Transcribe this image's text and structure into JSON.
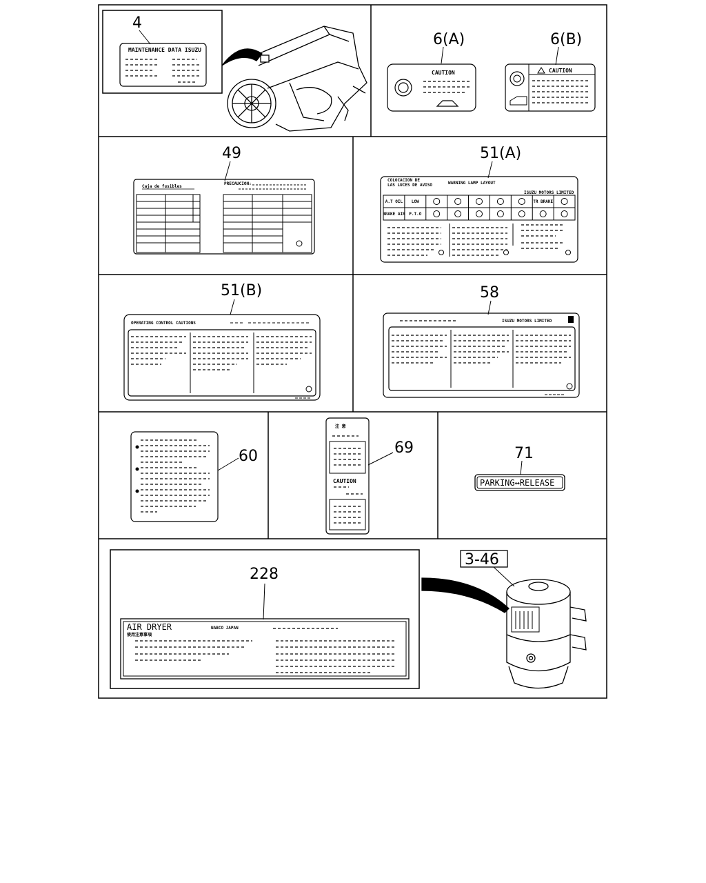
{
  "callouts": {
    "c4": "4",
    "c6a": "6(A)",
    "c6b": "6(B)",
    "c49": "49",
    "c51a": "51(A)",
    "c51b": "51(B)",
    "c58": "58",
    "c60": "60",
    "c69": "69",
    "c71": "71",
    "c228": "228",
    "c346": "3-46"
  },
  "labels": {
    "maintenance": "MAINTENANCE DATA ISUZU",
    "caution": "CAUTION",
    "caja": "Caja de fusibles",
    "precaucion": "PRECAUCION:",
    "colocacion1": "COLOCACION DE",
    "colocacion2": "LAS LUCES DE AVISO",
    "warning_layout": "WARNING LAMP LAYOUT",
    "isuzu_ltd_small": "ISUZU MOTORS LIMITED",
    "operating": "OPERATING CONTROL CAUTIONS",
    "isuzu_ltd": "ISUZU MOTORS LIMITED",
    "caution69": "CAUTION",
    "parking": "PARKING↔RELEASE",
    "air_dryer": "AIR DRYER",
    "nabco": "NABCO JAPAN",
    "lamp_cells_top": [
      "A.T OIL",
      "LOW",
      "",
      "",
      "",
      "",
      "",
      "TR BRAKE",
      ""
    ],
    "lamp_cells_bottom": [
      "BRAKE AIR",
      "P.T.O",
      "",
      "",
      "",
      "",
      "",
      "",
      ""
    ]
  }
}
